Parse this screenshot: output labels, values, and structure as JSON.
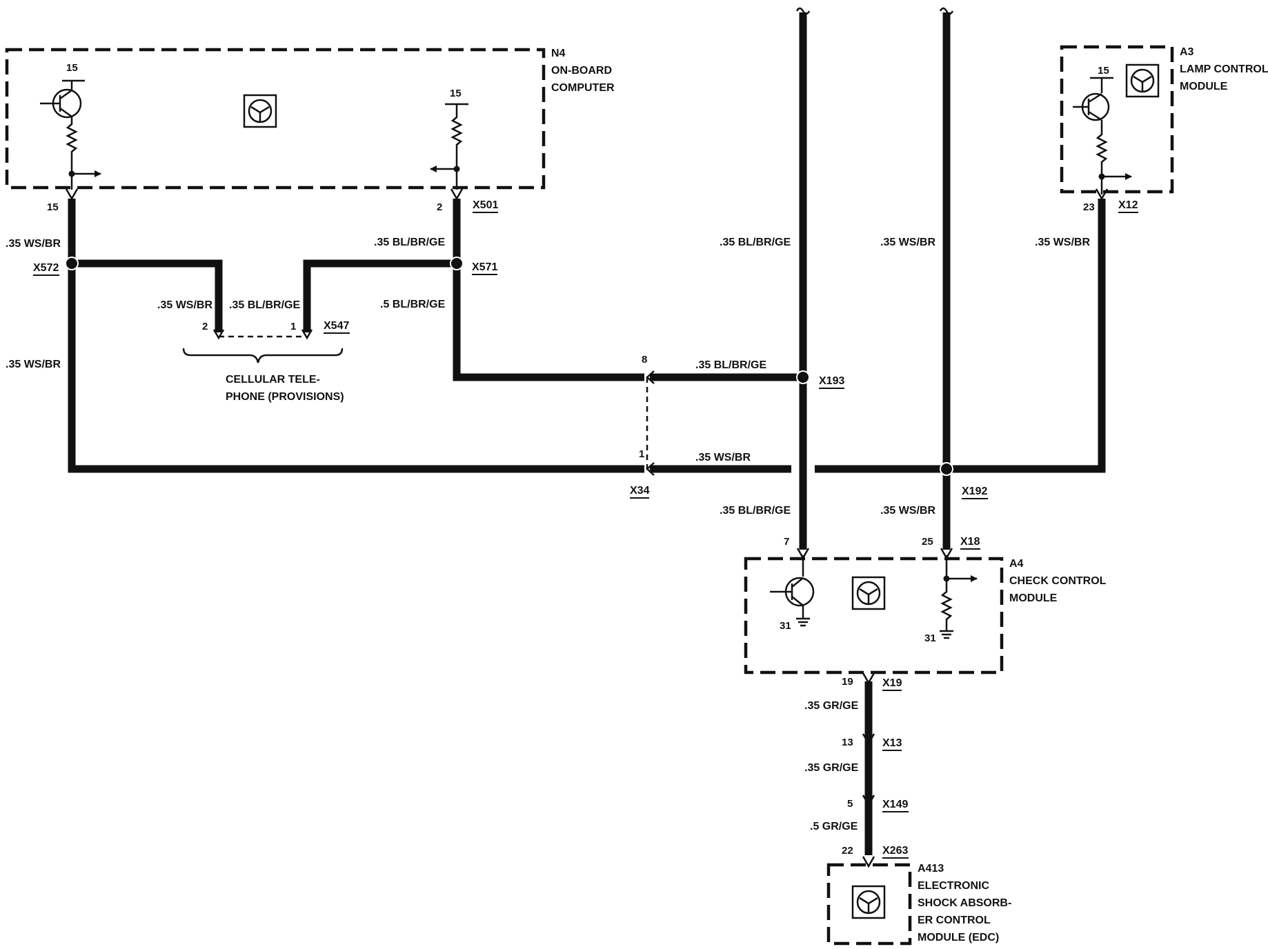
{
  "modules": {
    "n4": {
      "id": "N4",
      "line1": "ON-BOARD",
      "line2": "COMPUTER"
    },
    "a3": {
      "id": "A3",
      "line1": "LAMP CONTROL",
      "line2": "MODULE"
    },
    "a4": {
      "id": "A4",
      "line1": "CHECK CONTROL",
      "line2": "MODULE"
    },
    "a413": {
      "id": "A413",
      "line1": "ELECTRONIC",
      "line2": "SHOCK ABSORB-",
      "line3": "ER CONTROL",
      "line4": "MODULE (EDC)"
    }
  },
  "terminals": {
    "n4_left_supply": "15",
    "n4_right_supply": "15",
    "a3_supply": "15",
    "n4_pin15": "15",
    "n4_pin2": "2",
    "a3_pin23": "23",
    "a4_pin7": "7",
    "a4_pin25": "25",
    "a4_ground_left": "31",
    "a4_ground_right": "31",
    "a4_pin19": "19",
    "x13_pin": "13",
    "x149_pin": "5",
    "x263_pin": "22",
    "x547_pin2": "2",
    "x547_pin1": "1",
    "x34_pin8": "8",
    "x34_pin1": "1"
  },
  "connectors": {
    "x501": "X501",
    "x12": "X12",
    "x572": "X572",
    "x571": "X571",
    "x547": "X547",
    "x193": "X193",
    "x34": "X34",
    "x192": "X192",
    "x18": "X18",
    "x19": "X19",
    "x13": "X13",
    "x149": "X149",
    "x263": "X263"
  },
  "wires": {
    "n4_15_ws_br_upper": ".35 WS/BR",
    "n4_15_ws_br_lower": ".35 WS/BR",
    "n4_2_bl_br_ge": ".35 BL/BR/GE",
    "phone_ws_br": ".35 WS/BR",
    "phone_bl_br_ge": ".35 BL/BR/GE",
    "x571_to_x34": ".5 BL/BR/GE",
    "top_bl_br_ge": ".35 BL/BR/GE",
    "top_ws_br": ".35 WS/BR",
    "a3_ws_br": ".35 WS/BR",
    "x34_8_bl_br_ge": ".35 BL/BR/GE",
    "x34_1_ws_br": ".35 WS/BR",
    "a4_7_bl_br_ge": ".35 BL/BR/GE",
    "a4_25_ws_br": ".35 WS/BR",
    "a4_to_x13": ".35 GR/GE",
    "x13_to_x149": ".35 GR/GE",
    "x149_to_x263": ".5 GR/GE"
  },
  "phone_provision": {
    "line1": "CELLULAR TELE-",
    "line2": "PHONE (PROVISIONS)"
  }
}
